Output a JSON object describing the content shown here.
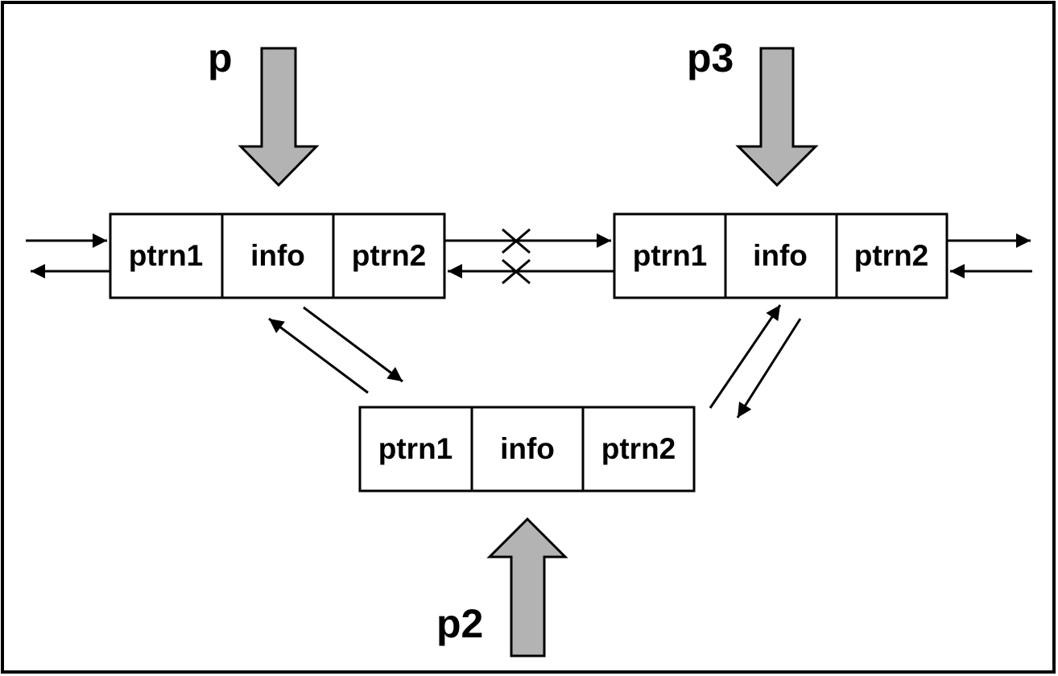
{
  "colors": {
    "background": "#ffffff",
    "frame": "#000000",
    "line": "#000000",
    "pointer_fill": "#b3b3b3"
  },
  "nodes": [
    {
      "id": "node-p",
      "fields": [
        "ptrn1",
        "info",
        "ptrn2"
      ]
    },
    {
      "id": "node-p3",
      "fields": [
        "ptrn1",
        "info",
        "ptrn2"
      ]
    },
    {
      "id": "node-p2",
      "fields": [
        "ptrn1",
        "info",
        "ptrn2"
      ]
    }
  ],
  "pointers": {
    "p": "p",
    "p3": "p3",
    "p2": "p2"
  },
  "removed_link_mark": "X"
}
